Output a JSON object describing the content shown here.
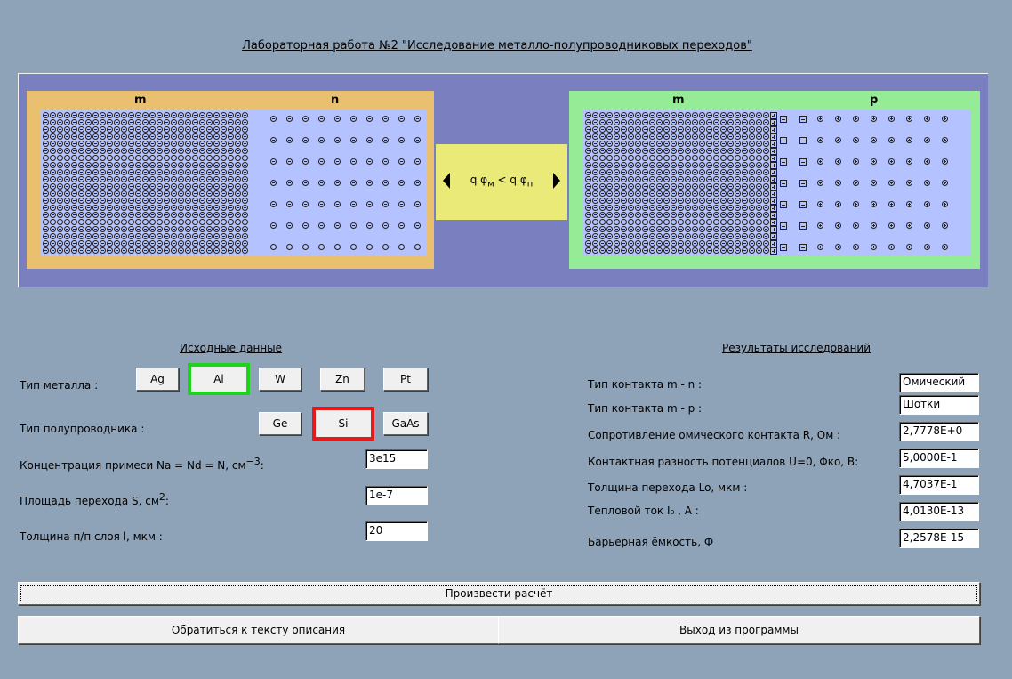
{
  "title": "Лабораторная работа №2 \"Исследование металло-полупроводниковых переходов\"",
  "diagram": {
    "left": {
      "label_m": "m",
      "label_n": "n"
    },
    "right": {
      "label_m": "m",
      "label_p": "p"
    },
    "formula": {
      "q1": "q",
      "phi1": "φ",
      "sub1": "м",
      "op": "<",
      "q2": "q",
      "phi2": "φ",
      "sub2": "п"
    }
  },
  "input": {
    "header": "Исходные данные",
    "metal_label": "Тип металла :",
    "metals": [
      "Ag",
      "Al",
      "W",
      "Zn",
      "Pt"
    ],
    "metal_selected": "Al",
    "semi_label": "Тип полупроводника :",
    "semis": [
      "Ge",
      "Si",
      "GaAs"
    ],
    "semi_selected": "Si",
    "conc_label": "Концентрация примеси Na = Nd = N, см",
    "conc_exp": "−3",
    "conc_colon": ":",
    "conc_value": "3e15",
    "area_label": "Площадь перехода S, см",
    "area_exp": "2",
    "area_colon": ":",
    "area_value": "1e-7",
    "thick_label": "Толщина п/п слоя l, мкм :",
    "thick_value": "20"
  },
  "results": {
    "header": "Результаты исследований",
    "rows": [
      {
        "label": "Тип контакта m - n :",
        "value": "Омический"
      },
      {
        "label": "Тип контакта m - p :",
        "value": "Шотки"
      },
      {
        "label": "Сопротивление омического контакта R, Ом :",
        "value": "2,7778E+0"
      },
      {
        "label": "Контактная разность потенциалов U=0, Φко, В:",
        "value": "5,0000E-1"
      },
      {
        "label": "Толщина  перехода Lo, мкм :",
        "value": "4,7037E-1"
      },
      {
        "label": "Тепловой ток I₀ , А :",
        "value": "4,0130E-13"
      },
      {
        "label": "Барьерная ёмкость, Ф",
        "value": "2,2578E-15"
      }
    ]
  },
  "buttons": {
    "calc": "Произвести расчёт",
    "help": "Обратиться к тексту описания",
    "exit": "Выход из программы"
  }
}
